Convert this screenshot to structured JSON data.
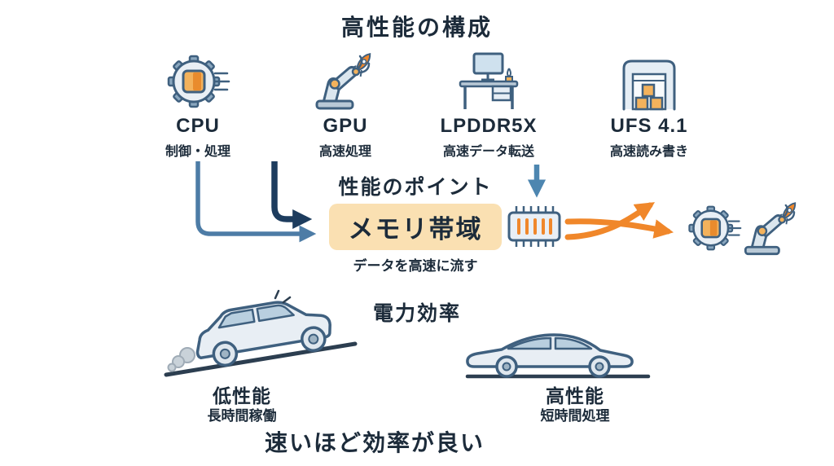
{
  "title": "高性能の構成",
  "components": [
    {
      "name": "CPU",
      "desc": "制御・処理",
      "icon": "cpu-chip-icon"
    },
    {
      "name": "GPU",
      "desc": "高速処理",
      "icon": "robot-arm-rocket-icon"
    },
    {
      "name": "LPDDR5X",
      "desc": "高速データ転送",
      "icon": "desk-monitor-icon"
    },
    {
      "name": "UFS 4.1",
      "desc": "高速読み書き",
      "icon": "warehouse-boxes-icon"
    }
  ],
  "performance": {
    "heading": "性能のポイント",
    "highlight": "メモリ帯域",
    "caption": "データを高速に流す",
    "chip_icon": "memory-chip-icon"
  },
  "efficiency": {
    "heading": "電力効率",
    "low": {
      "label": "低性能",
      "desc": "長時間稼働"
    },
    "high": {
      "label": "高性能",
      "desc": "短時間処理"
    }
  },
  "footer": "速いほど効率が良い",
  "colors": {
    "text_dark": "#1c2b3a",
    "steel_blue_arrow": "#4d7ca6",
    "navy_arrow": "#1d3c5e",
    "blue_arrow": "#4d86b0",
    "orange_arrow": "#f0872a",
    "highlight_bg": "#fae0b2",
    "icon_outline": "#3f607f",
    "icon_fill": "#e9eff5",
    "icon_accent": "#f3b25c"
  }
}
